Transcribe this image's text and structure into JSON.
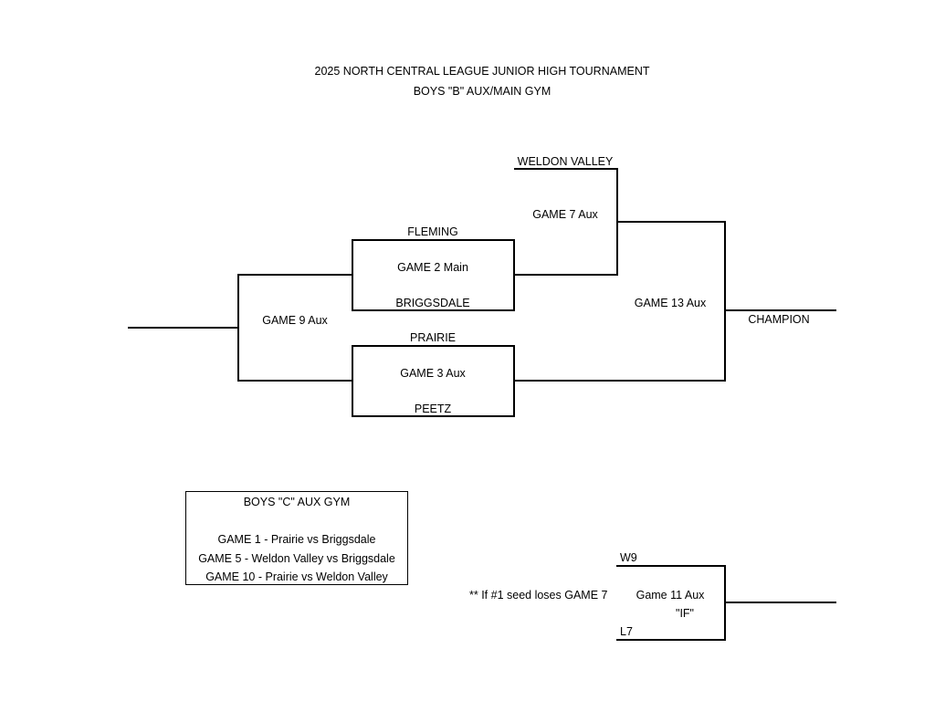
{
  "header": {
    "title": "2025 NORTH CENTRAL LEAGUE JUNIOR HIGH TOURNAMENT",
    "subtitle": "BOYS \"B\" AUX/MAIN GYM"
  },
  "bracket": {
    "teams": {
      "weldon_valley": "WELDON VALLEY",
      "fleming": "FLEMING",
      "briggsdale": "BRIGGSDALE",
      "prairie": "PRAIRIE",
      "peetz": "PEETZ"
    },
    "games": {
      "game2": "GAME 2 Main",
      "game3": "GAME 3 Aux",
      "game7": "GAME 7 Aux",
      "game9": "GAME 9 Aux",
      "game13": "GAME 13 Aux"
    },
    "champion": "CHAMPION"
  },
  "boys_c": {
    "title": "BOYS \"C\" AUX GYM",
    "games": [
      "GAME 1 - Prairie vs Briggsdale",
      "GAME 5 - Weldon Valley vs Briggsdale",
      "GAME 10 - Prairie vs Weldon Valley"
    ]
  },
  "if_game": {
    "note": "** If #1 seed loses GAME 7",
    "top": "W9",
    "bottom": "L7",
    "game": "Game 11 Aux",
    "label": "\"IF\""
  }
}
